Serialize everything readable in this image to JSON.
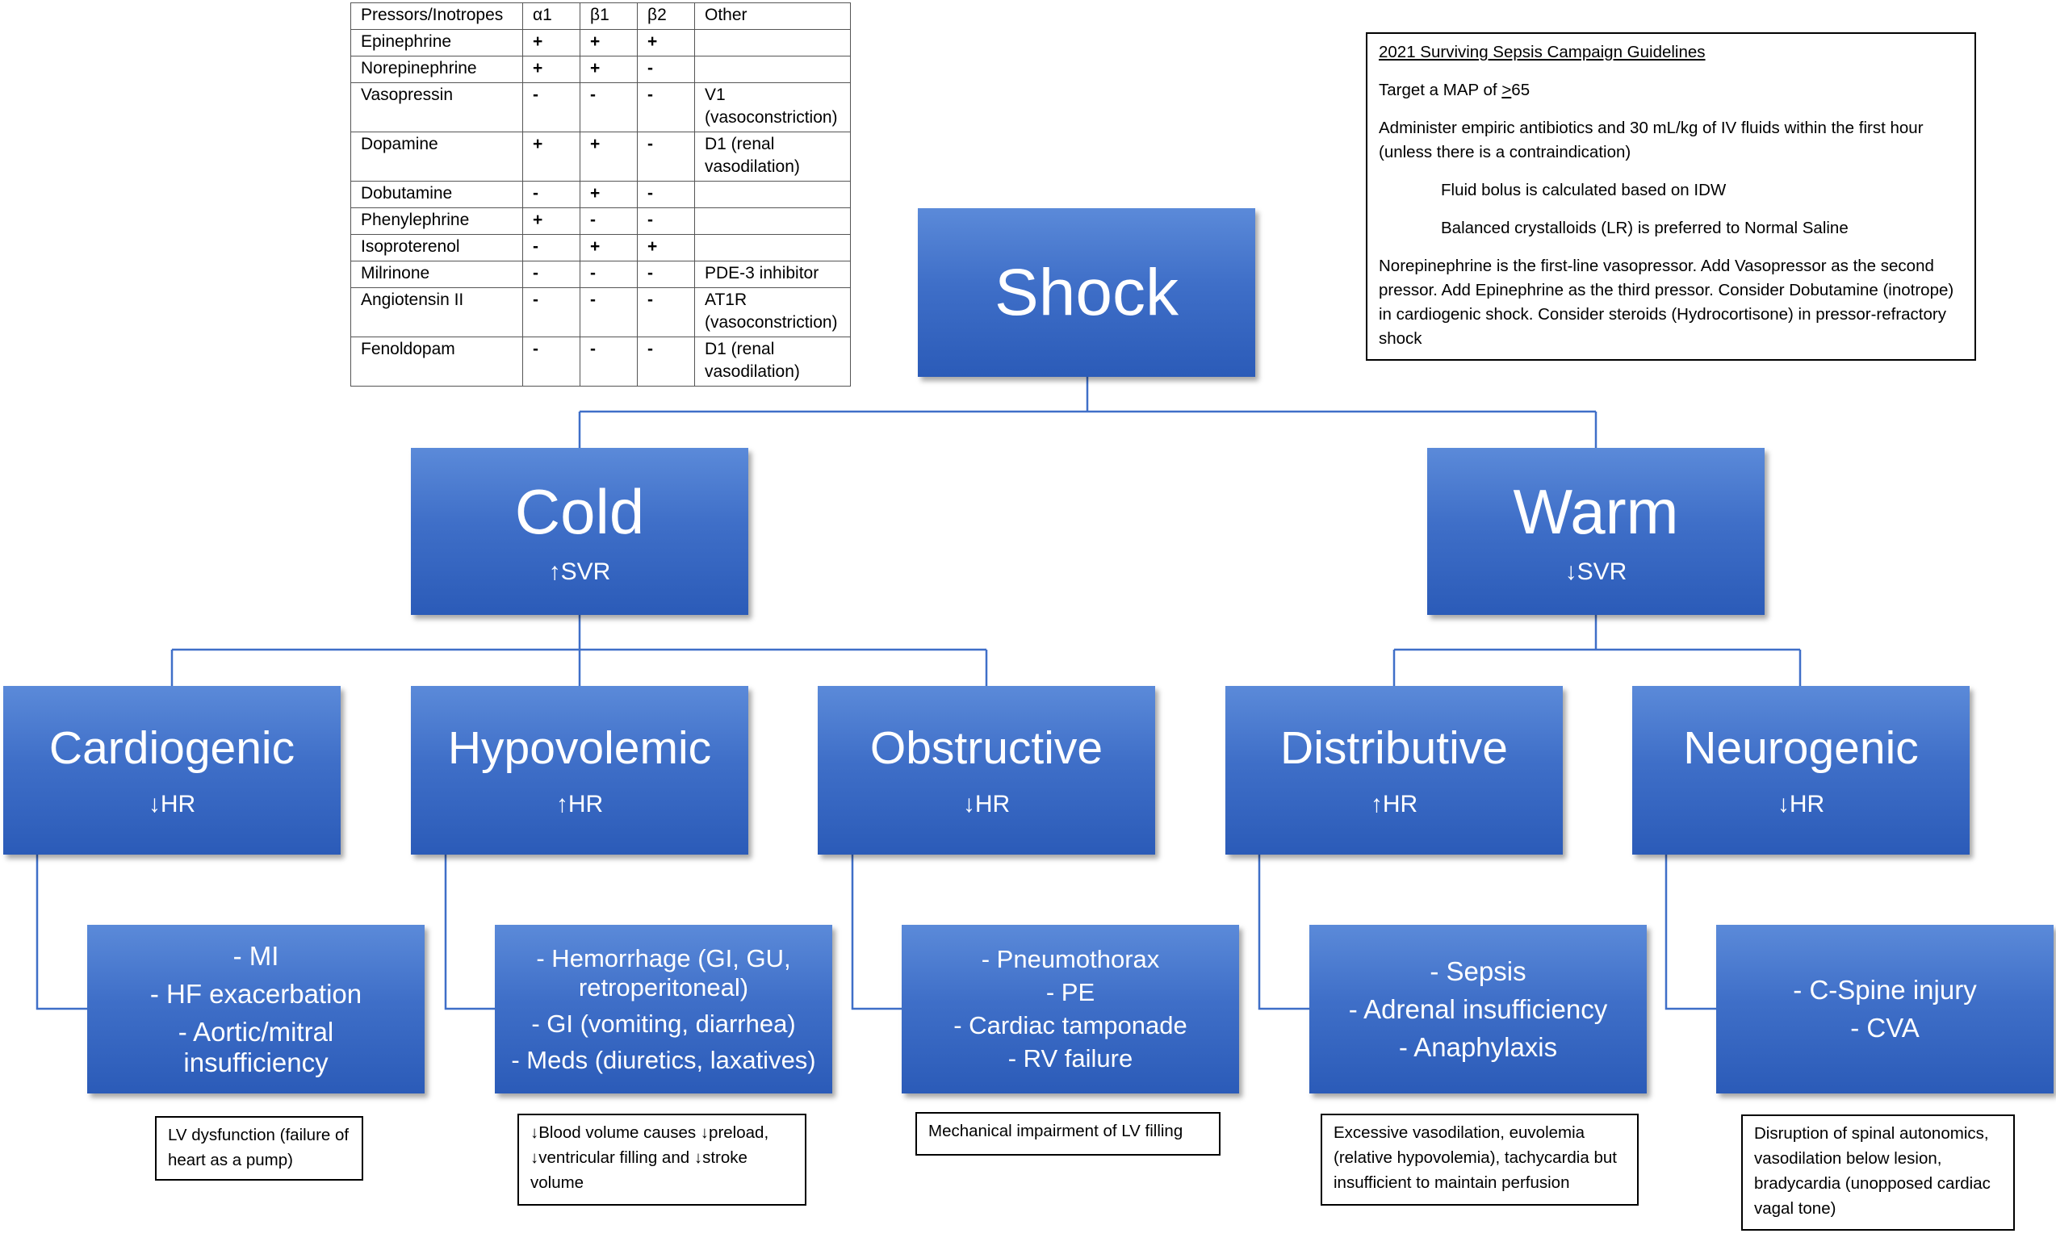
{
  "pressor_table": {
    "headers": [
      "Pressors/Inotropes",
      "α1",
      "β1",
      "β2",
      "Other"
    ],
    "rows": [
      [
        "Epinephrine",
        "+",
        "+",
        "+",
        ""
      ],
      [
        "Norepinephrine",
        "+",
        "+",
        "-",
        ""
      ],
      [
        "Vasopressin",
        "-",
        "-",
        "-",
        "V1\n(vasoconstriction)"
      ],
      [
        "Dopamine",
        "+",
        "+",
        "-",
        "D1 (renal\nvasodilation)"
      ],
      [
        "Dobutamine",
        "-",
        "+",
        "-",
        ""
      ],
      [
        "Phenylephrine",
        "+",
        "-",
        "-",
        ""
      ],
      [
        "Isoproterenol",
        "-",
        "+",
        "+",
        ""
      ],
      [
        "Milrinone",
        "-",
        "-",
        "-",
        "PDE-3 inhibitor"
      ],
      [
        "Angiotensin II",
        "-",
        "-",
        "-",
        "AT1R\n(vasoconstriction)"
      ],
      [
        "Fenoldopam",
        "-",
        "-",
        "-",
        "D1 (renal\nvasodilation)"
      ]
    ]
  },
  "guidelines": {
    "title": "2021 Surviving Sepsis Campaign Guidelines",
    "map_prefix": "Target a MAP of ",
    "map_sign": ">",
    "map_value": "65",
    "antibiotics": "Administer empiric antibiotics and 30 mL/kg of IV fluids within the first hour (unless there is a contraindication)",
    "fluid_bolus": "Fluid bolus is calculated based on IDW",
    "crystalloids": "Balanced crystalloids (LR) is preferred to Normal Saline",
    "pressors": "Norepinephrine is the first-line vasopressor. Add Vasopressor as the second pressor. Add Epinephrine as the third pressor. Consider Dobutamine (inotrope) in cardiogenic shock. Consider steroids (Hydrocortisone) in pressor-refractory shock"
  },
  "root": {
    "title": "Shock"
  },
  "cold": {
    "title": "Cold",
    "svr": "↑SVR"
  },
  "warm": {
    "title": "Warm",
    "svr": "↓SVR"
  },
  "shock_types": [
    {
      "title": "Cardiogenic",
      "hr": "↓HR",
      "examples": [
        "- MI",
        "- HF exacerbation",
        "- Aortic/mitral insufficiency"
      ],
      "note": "LV dysfunction (failure of heart as a pump)"
    },
    {
      "title": "Hypovolemic",
      "hr": "↑HR",
      "examples": [
        "- Hemorrhage (GI, GU, retroperitoneal)",
        "- GI (vomiting, diarrhea)",
        "- Meds (diuretics, laxatives)"
      ],
      "note": "↓Blood volume causes ↓preload, ↓ventricular filling and ↓stroke volume"
    },
    {
      "title": "Obstructive",
      "hr": "↓HR",
      "examples": [
        "- Pneumothorax",
        "- PE",
        "- Cardiac tamponade",
        "- RV failure"
      ],
      "note": "Mechanical impairment of LV filling"
    },
    {
      "title": "Distributive",
      "hr": "↑HR",
      "examples": [
        "- Sepsis",
        "- Adrenal insufficiency",
        "- Anaphylaxis"
      ],
      "note": "Excessive vasodilation, euvolemia (relative hypovolemia), tachycardia but insufficient to maintain perfusion"
    },
    {
      "title": "Neurogenic",
      "hr": "↓HR",
      "examples": [
        "- C-Spine injury",
        "- CVA"
      ],
      "note": "Disruption of spinal autonomics, vasodilation below lesion, bradycardia (unopposed cardiac vagal tone)"
    }
  ],
  "colors": {
    "box_top": "#5b8ad9",
    "box_bottom": "#2b5bb8",
    "connector": "#3f6fc8",
    "text_on_box": "#ffffff"
  }
}
